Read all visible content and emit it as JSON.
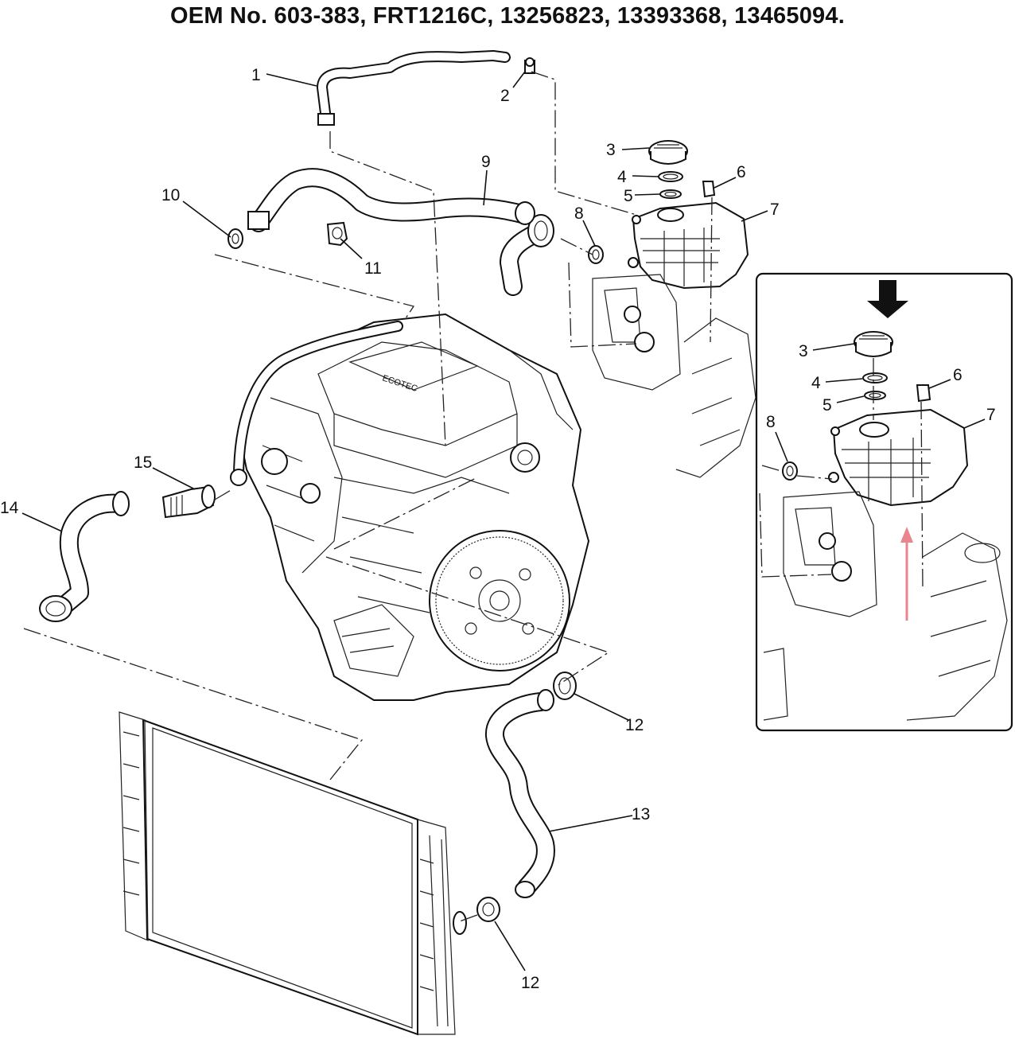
{
  "title": "OEM No. 603-383, FRT1216C, 13256823, 13393368, 13465094.",
  "callouts": {
    "c1": "1",
    "c2": "2",
    "c3": "3",
    "c4": "4",
    "c5": "5",
    "c6": "6",
    "c7": "7",
    "c8": "8",
    "c9": "9",
    "c10": "10",
    "c11": "11",
    "c12a": "12",
    "c12b": "12",
    "c13": "13",
    "c14": "14",
    "c15": "15",
    "inset_c3": "3",
    "inset_c4": "4",
    "inset_c5": "5",
    "inset_c6": "6",
    "inset_c7": "7",
    "inset_c8": "8"
  },
  "colors": {
    "line": "#111111",
    "highlight_arrow": "#e8868c"
  }
}
